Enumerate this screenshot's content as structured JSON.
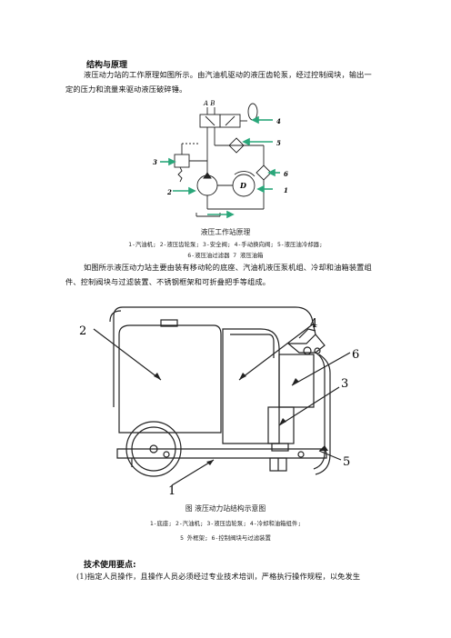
{
  "section_title": "结构与原理",
  "intro_line1": "液压动力站的工作原理如图所示。由汽油机驱动的液压齿轮泵，经过控制阀块，输出一",
  "intro_line2": "定的压力和流量来驱动液压破碎锤。",
  "fig1": {
    "label_ab": "A B",
    "labels": [
      "1",
      "2",
      "3",
      "4",
      "5",
      "6"
    ],
    "label_d": "D",
    "caption": "液压工作站原理",
    "legend1": "1-汽油机; 2-液压齿轮泵; 3-安全阀; 4-手动换向阀; 5-液压油冷却器;",
    "legend2": "6-液压油过滤器   7 液压油箱",
    "accent_color": "#2aa77a"
  },
  "para2_line1": "如图所示液压动力站主要由装有移动轮的底座、汽油机液压泵机组、冷却和油箱装置组",
  "para2_line2": "件、控制阀块与过滤装置、不锈钢框架和可折叠把手等组成。",
  "fig2": {
    "labels": [
      "4",
      "2",
      "6",
      "3",
      "5",
      "1"
    ],
    "caption": "图   液压动力站结构示意图",
    "legend1": "1-底座; 2-汽油机; 3-液压齿轮泵; 4-冷却和油箱组件;",
    "legend2": "5 外框架; 6-控制阀块与过滤装置"
  },
  "tech_title": "技术使用要点:",
  "tech_item1": "(1)指定人员操作，且操作人员必须经过专业技术培训，严格执行操作规程，以免发生"
}
